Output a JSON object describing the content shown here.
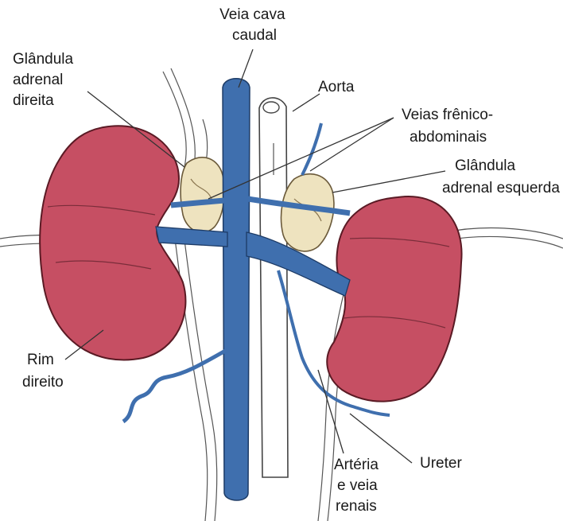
{
  "labels": {
    "caudal_vena_cava": [
      "Veia cava",
      "caudal"
    ],
    "right_adrenal": [
      "Glândula",
      "adrenal",
      "direita"
    ],
    "aorta": [
      "Aorta"
    ],
    "phrenicoabdominal_veins": [
      "Veias frênico-",
      "abdominais"
    ],
    "left_adrenal": [
      "Glândula",
      "adrenal esquerda"
    ],
    "right_kidney": [
      "Rim",
      "direito"
    ],
    "ureter": [
      "Ureter"
    ],
    "renal_artery_vein": [
      "Artéria",
      "e veia",
      "renais"
    ]
  },
  "colors": {
    "kidney": "#c64f63",
    "kidney_edge": "#5a1a24",
    "vein": "#3f6fae",
    "vein_edge": "#1d3b66",
    "adrenal": "#eee3bf",
    "adrenal_edge": "#6b5a3a",
    "background": "#ffffff"
  }
}
